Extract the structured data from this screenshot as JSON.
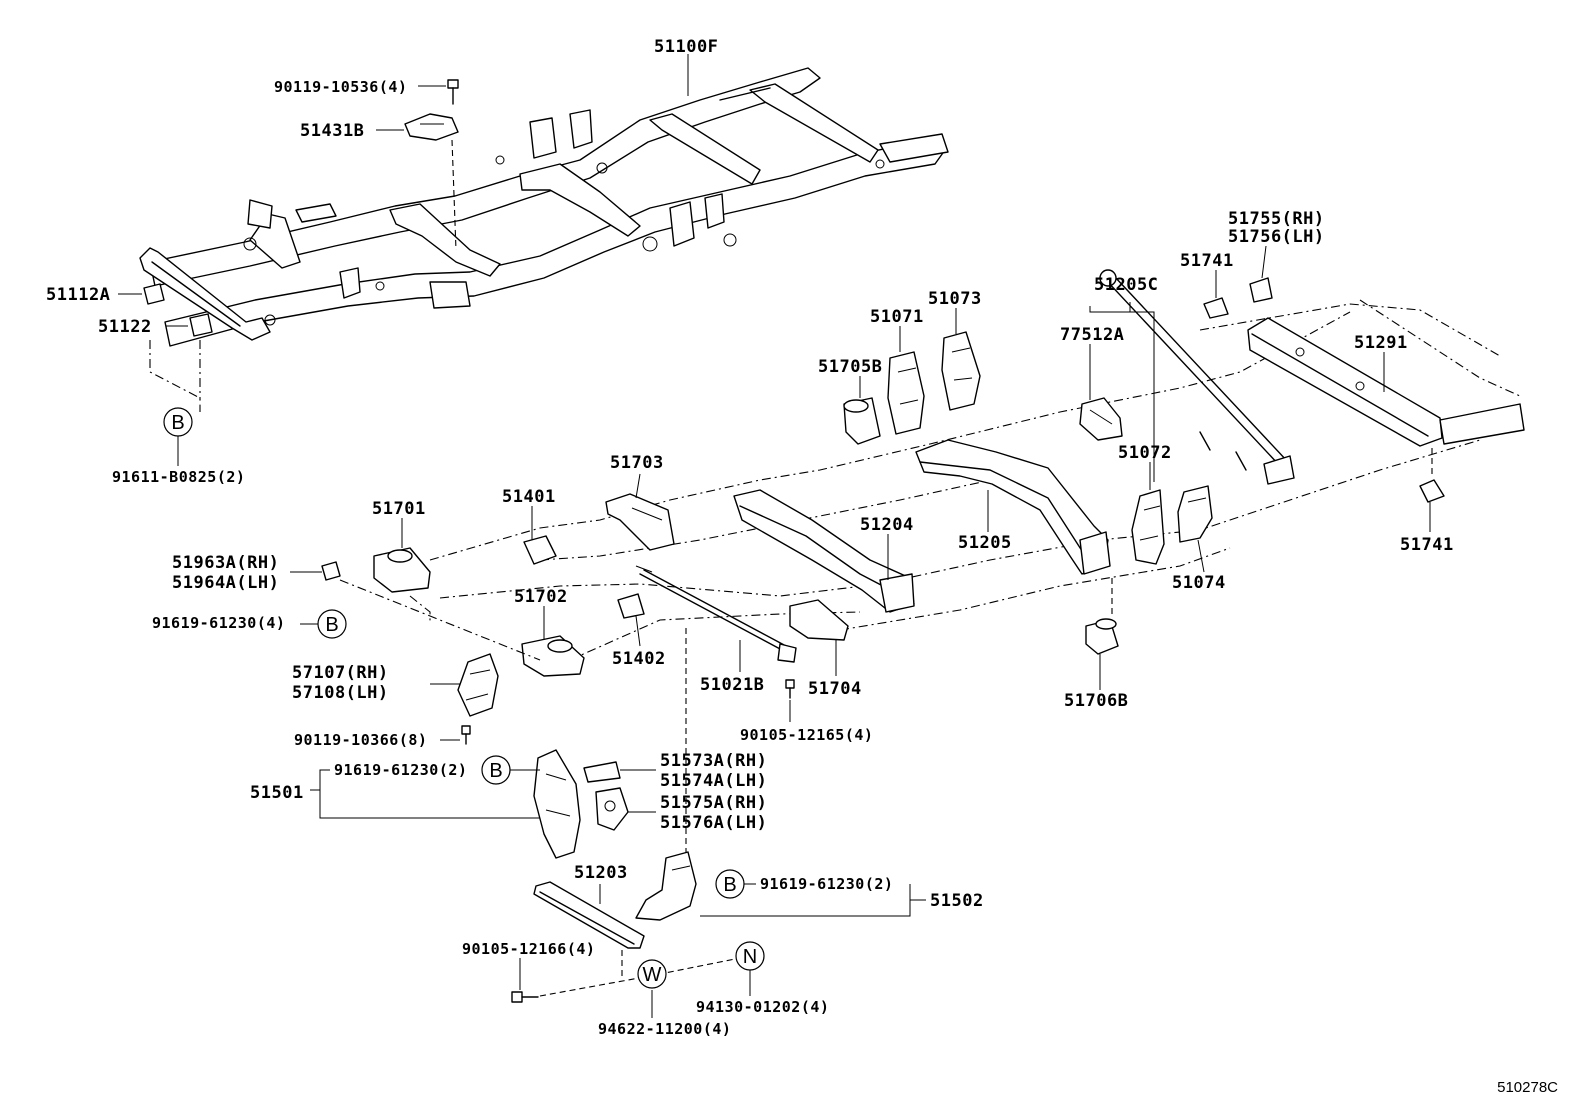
{
  "labels": {
    "p51100F": "51100F",
    "p90119_10536": "90119-10536(4)",
    "p51431B": "51431B",
    "p51112A": "51112A",
    "p51122": "51122",
    "p91611_B0825": "91611-B0825(2)",
    "p51755": "51755(RH)",
    "p51756": "51756(LH)",
    "p51741a": "51741",
    "p51205C": "51205C",
    "p51073": "51073",
    "p51071": "51071",
    "p77512A": "77512A",
    "p51291": "51291",
    "p51705B": "51705B",
    "p51703": "51703",
    "p51072": "51072",
    "p51401": "51401",
    "p51701": "51701",
    "p51204": "51204",
    "p51205": "51205",
    "p51741b": "51741",
    "p51963A": "51963A(RH)",
    "p51964A": "51964A(LH)",
    "p51074": "51074",
    "p91619_61230_4": "91619-61230(4)",
    "p51702": "51702",
    "p51402": "51402",
    "p57107": "57107(RH)",
    "p57108": "57108(LH)",
    "p51021B": "51021B",
    "p51704": "51704",
    "p51706B": "51706B",
    "p90119_10366": "90119-10366(8)",
    "p90105_12165": "90105-12165(4)",
    "p91619_61230_2a": "91619-61230(2)",
    "p51573A": "51573A(RH)",
    "p51574A": "51574A(LH)",
    "p51501": "51501",
    "p51575A": "51575A(RH)",
    "p51576A": "51576A(LH)",
    "p51203": "51203",
    "p91619_61230_2b": "91619-61230(2)",
    "p51502": "51502",
    "p90105_12166": "90105-12166(4)",
    "p94130_01202": "94130-01202(4)",
    "p94622_11200": "94622-11200(4)",
    "ref_code": "510278C"
  },
  "circle_markers": {
    "B": "B",
    "N": "N",
    "W": "W"
  }
}
